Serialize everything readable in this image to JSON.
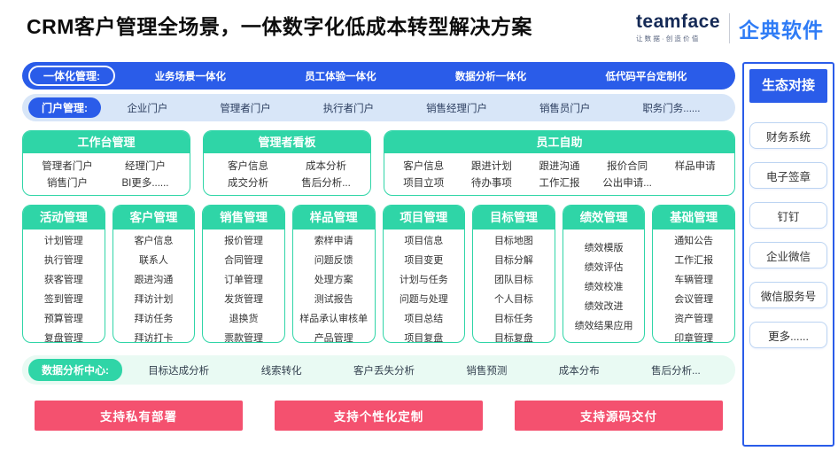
{
  "title": "CRM客户管理全场景，一体数字化低成本转型解决方案",
  "logo": {
    "brand": "teamface",
    "tagline": "让数据·创造价值",
    "product": "企典软件"
  },
  "bars": {
    "integration": {
      "label": "一体化管理:",
      "items": [
        "业务场景一体化",
        "员工体验一体化",
        "数据分析一体化",
        "低代码平台定制化"
      ]
    },
    "portal": {
      "label": "门户管理:",
      "items": [
        "企业门户",
        "管理者门户",
        "执行者门户",
        "销售经理门户",
        "销售员门户",
        "职务门务......"
      ]
    },
    "analytics": {
      "label": "数据分析中心:",
      "items": [
        "目标达成分析",
        "线索转化",
        "客户丢失分析",
        "销售预测",
        "成本分布",
        "售后分析..."
      ]
    }
  },
  "panels": {
    "workbench": {
      "title": "工作台管理",
      "items": [
        "管理者门户",
        "经理门户",
        "销售门户",
        "BI更多......"
      ]
    },
    "dashboard": {
      "title": "管理者看板",
      "items": [
        "客户信息",
        "成本分析",
        "成交分析",
        "售后分析..."
      ]
    },
    "self_service": {
      "title": "员工自助",
      "items": [
        "客户信息",
        "跟进计划",
        "跟进沟通",
        "报价合同",
        "样品申请",
        "项目立项",
        "待办事项",
        "工作汇报",
        "公出申请..."
      ]
    }
  },
  "modules": [
    {
      "title": "活动管理",
      "items": [
        "计划管理",
        "执行管理",
        "获客管理",
        "签到管理",
        "预算管理",
        "复盘管理"
      ]
    },
    {
      "title": "客户管理",
      "items": [
        "客户信息",
        "联系人",
        "跟进沟通",
        "拜访计划",
        "拜访任务",
        "拜访打卡"
      ]
    },
    {
      "title": "销售管理",
      "items": [
        "报价管理",
        "合同管理",
        "订单管理",
        "发货管理",
        "退换货",
        "票款管理"
      ]
    },
    {
      "title": "样品管理",
      "items": [
        "索样申请",
        "问题反馈",
        "处理方案",
        "测试报告",
        "样品承认审核单",
        "产品管理"
      ]
    },
    {
      "title": "项目管理",
      "items": [
        "项目信息",
        "项目变更",
        "计划与任务",
        "问题与处理",
        "项目总结",
        "项目复盘"
      ]
    },
    {
      "title": "目标管理",
      "items": [
        "目标地图",
        "目标分解",
        "团队目标",
        "个人目标",
        "目标任务",
        "目标复盘"
      ]
    },
    {
      "title": "绩效管理",
      "items": [
        "绩效模版",
        "绩效评估",
        "绩效校准",
        "绩效改进",
        "绩效结果应用"
      ]
    },
    {
      "title": "基础管理",
      "items": [
        "通知公告",
        "工作汇报",
        "车辆管理",
        "会议管理",
        "资产管理",
        "印章管理"
      ]
    }
  ],
  "cta": {
    "buttons": [
      "支持私有部署",
      "支持个性化定制",
      "支持源码交付"
    ]
  },
  "sidebar": {
    "title": "生态对接",
    "items": [
      "财务系统",
      "电子签章",
      "钉钉",
      "企业微信",
      "微信服务号",
      "更多......"
    ]
  },
  "colors": {
    "primary_blue": "#2a5ce9",
    "light_blue": "#d8e6f8",
    "green": "#2fd5a7",
    "light_green": "#e9faf3",
    "pink": "#f4516f",
    "logo_navy": "#152a56",
    "logo_blue": "#2f7cf6"
  }
}
